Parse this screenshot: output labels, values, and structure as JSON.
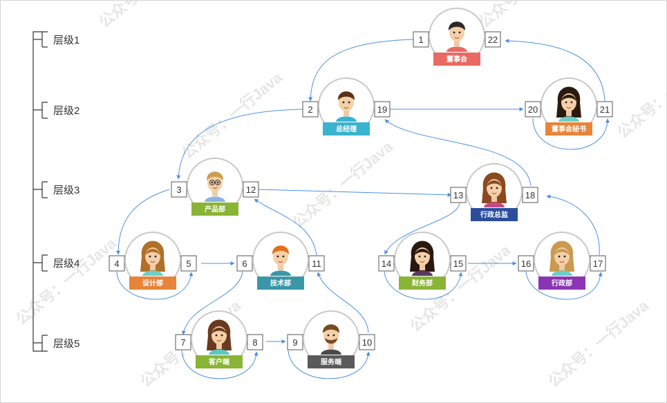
{
  "levels": [
    {
      "label": "层级1"
    },
    {
      "label": "层级2"
    },
    {
      "label": "层级3"
    },
    {
      "label": "层级4"
    },
    {
      "label": "层级5"
    }
  ],
  "nodes": [
    {
      "id": "board",
      "label": "董事会",
      "left_num": "1",
      "right_num": "22",
      "tag_color": "#e86a62",
      "avatar": "man-short-dark-hair"
    },
    {
      "id": "gm",
      "label": "总经理",
      "left_num": "2",
      "right_num": "19",
      "tag_color": "#3ab3cf",
      "avatar": "man-curly-hair"
    },
    {
      "id": "board-sec",
      "label": "董事会秘书",
      "left_num": "20",
      "right_num": "21",
      "tag_color": "#e8843a",
      "avatar": "woman-dark-hair"
    },
    {
      "id": "product",
      "label": "产品部",
      "left_num": "3",
      "right_num": "12",
      "tag_color": "#8ab436",
      "avatar": "man-glasses"
    },
    {
      "id": "admin-director",
      "label": "行政总监",
      "left_num": "13",
      "right_num": "18",
      "tag_color": "#2a4d9c",
      "avatar": "woman-curly-hair"
    },
    {
      "id": "design",
      "label": "设计部",
      "left_num": "4",
      "right_num": "5",
      "tag_color": "#e8843a",
      "avatar": "woman-brown-hair"
    },
    {
      "id": "tech",
      "label": "技术部",
      "left_num": "6",
      "right_num": "11",
      "tag_color": "#3a97a8",
      "avatar": "man-orange-hair"
    },
    {
      "id": "finance",
      "label": "财务部",
      "left_num": "14",
      "right_num": "15",
      "tag_color": "#8ab436",
      "avatar": "woman-dark-long-hair"
    },
    {
      "id": "admin",
      "label": "行政部",
      "left_num": "16",
      "right_num": "17",
      "tag_color": "#8b35b5",
      "avatar": "woman-blonde-hair"
    },
    {
      "id": "client",
      "label": "客户端",
      "left_num": "7",
      "right_num": "8",
      "tag_color": "#8ab436",
      "avatar": "woman-bob-hair"
    },
    {
      "id": "server",
      "label": "服务端",
      "left_num": "9",
      "right_num": "10",
      "tag_color": "#5a5a5a",
      "avatar": "man-beard"
    }
  ],
  "watermark": "公众号：一行Java",
  "colors": {
    "connector": "#4a90e2",
    "bracket": "#333333",
    "circle": "#c8c8c8"
  }
}
